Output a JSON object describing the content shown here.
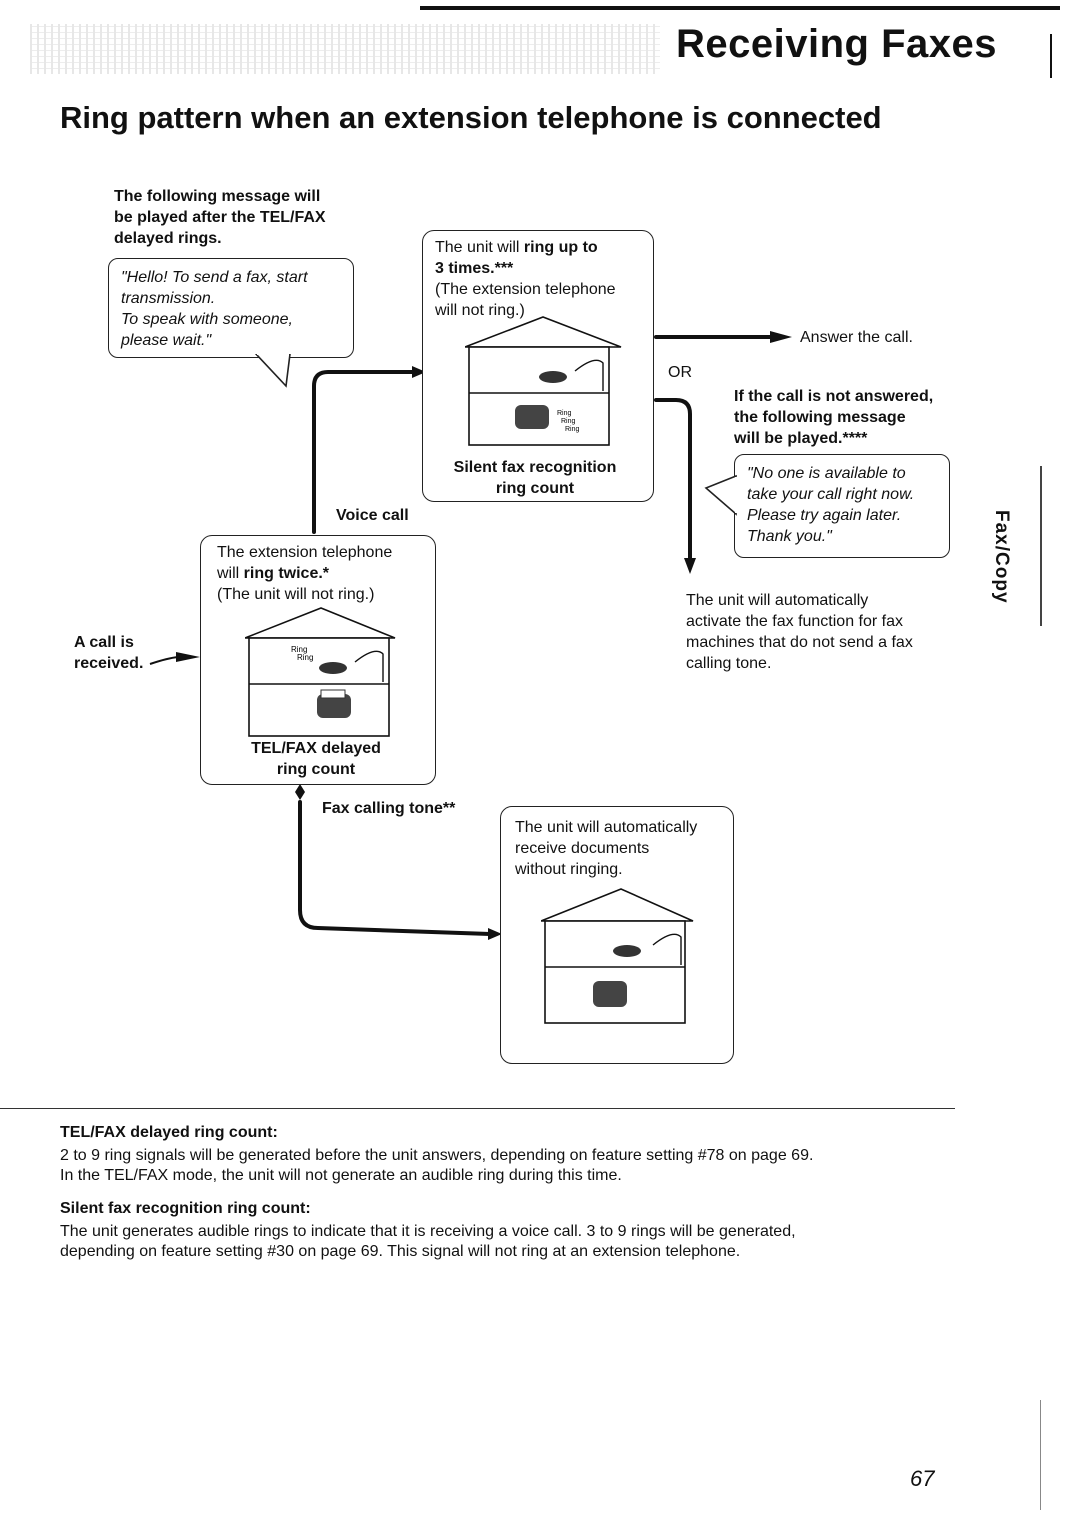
{
  "header": {
    "section_title": "Receiving Faxes",
    "page_heading": "Ring pattern when an extension telephone is connected"
  },
  "intro": {
    "line1": "The following message will",
    "line2": "be played after the TEL/FAX",
    "line3": "delayed rings."
  },
  "hello_bubble": {
    "line1": "\"Hello! To send a fax, start",
    "line2": "transmission.",
    "line3": "To speak with someone,",
    "line4": "please wait.\""
  },
  "call_received": {
    "line1": "A call is",
    "line2": "received."
  },
  "tel_fax_box": {
    "line1": "The extension telephone",
    "line2_pre": "will ",
    "line2_bold": "ring twice.*",
    "line3": "(The unit will not ring.)",
    "caption1": "TEL/FAX delayed",
    "caption2": "ring count",
    "ring_small_1": "Ring",
    "ring_small_2": "Ring"
  },
  "voice_call_label": "Voice call",
  "silent_box": {
    "line1_pre": "The unit will ",
    "line1_bold": "ring up to",
    "line2_bold": "3 times.***",
    "line3": "(The extension telephone",
    "line4": "will not ring.)",
    "caption1": "Silent fax recognition",
    "caption2": "ring count",
    "ring_small_1": "Ring",
    "ring_small_2": "Ring",
    "ring_small_3": "Ring"
  },
  "answer_call": "Answer the call.",
  "or_label": "OR",
  "not_answered": {
    "line1": "If the call is not answered,",
    "line2": "the following message",
    "line3": "will be played.****"
  },
  "no_one_bubble": {
    "line1": "\"No one is available to",
    "line2": "take your call right now.",
    "line3": "Please try again later.",
    "line4": "Thank you.\""
  },
  "auto_activate": {
    "line1": "The unit will automatically",
    "line2": "activate the fax function for fax",
    "line3": "machines that do not send a fax",
    "line4": "calling tone."
  },
  "fax_calling_tone": "Fax calling tone**",
  "receive_box": {
    "line1": "The unit will automatically",
    "line2": "receive documents",
    "line3": "without ringing."
  },
  "side_tab": "Fax/Copy",
  "notes": {
    "tel_fax_heading": "TEL/FAX delayed ring count:",
    "tel_fax_line1": "2 to 9 ring signals will be generated before the unit answers, depending on feature setting #78 on page 69.",
    "tel_fax_line2": "In the TEL/FAX mode, the unit will not generate an audible ring during this time.",
    "silent_heading": "Silent fax recognition ring count:",
    "silent_line1": "The unit generates audible rings to indicate that it is receiving a voice call. 3 to 9 rings will be generated,",
    "silent_line2": "depending on feature setting #30 on page 69. This signal will not ring at an extension telephone."
  },
  "page_number": "67"
}
